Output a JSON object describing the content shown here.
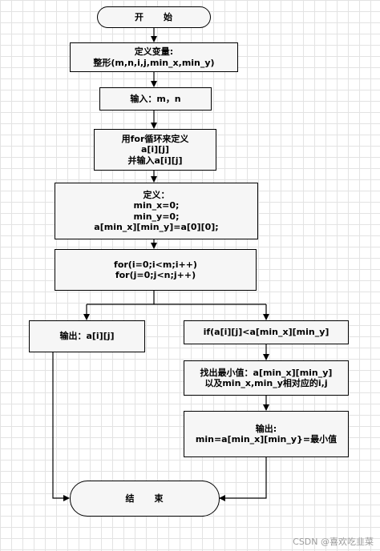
{
  "nodes": {
    "start": {
      "lines": [
        "开　　始"
      ]
    },
    "define_vars": {
      "lines": [
        "定义变量:",
        "整形(m,n,i,j,min_x,min_y)"
      ]
    },
    "input_mn": {
      "lines": [
        "输入：m，n"
      ]
    },
    "loop_input": {
      "lines": [
        "用for循环来定义",
        "a[i][j]",
        "并输入a[i][j]"
      ]
    },
    "define_min": {
      "lines": [
        "定义：",
        "min_x=0;",
        "min_y=0;",
        "a[min_x][min_y]=a[0][0];"
      ]
    },
    "for_loops": {
      "lines": [
        "for(i=0;i<m;i++)",
        "for(j=0;j<n;j++)"
      ]
    },
    "output_aij": {
      "lines": [
        "输出：a[i][j]"
      ]
    },
    "if_cond": {
      "lines": [
        "if(a[i][j]<a[min_x][min_y]"
      ]
    },
    "find_min": {
      "lines": [
        "找出最小值：a[min_x][min_y]",
        "以及min_x,min_y相对应的i,j"
      ]
    },
    "output_min": {
      "lines": [
        "输出:",
        "min=a[min_x][min_y}=最小值"
      ]
    },
    "end": {
      "lines": [
        "结　　束"
      ]
    }
  },
  "watermark": "CSDN @喜欢吃韭菜"
}
